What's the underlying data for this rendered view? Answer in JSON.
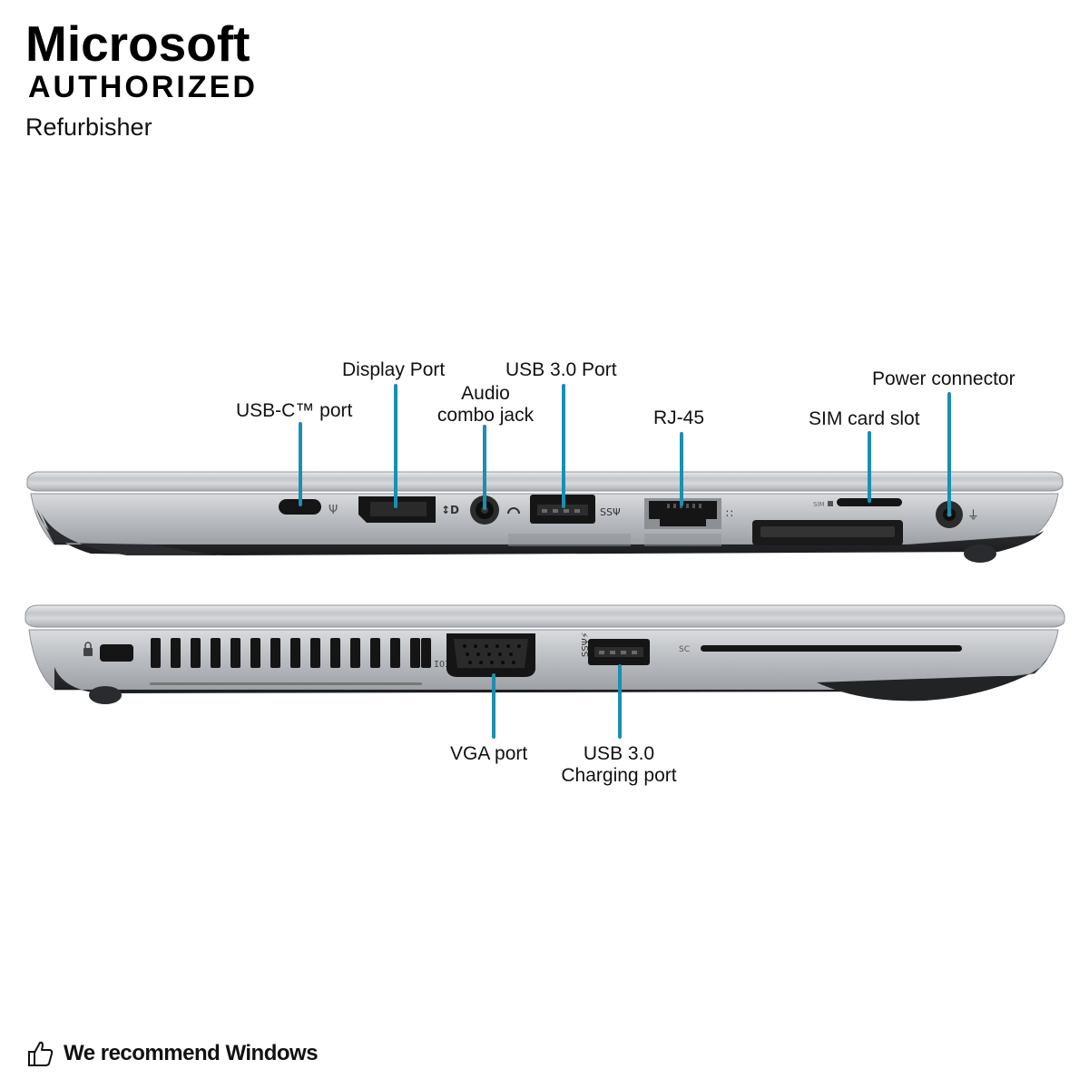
{
  "badge": {
    "brand": "Microsoft",
    "status": "AUTHORIZED",
    "role": "Refurbisher"
  },
  "top_view": {
    "labels": {
      "usb_c": "USB-C™ port",
      "display_port": "Display Port",
      "audio_line1": "Audio",
      "audio_line2": "combo jack",
      "usb3": "USB 3.0 Port",
      "rj45": "RJ-45",
      "sim": "SIM card slot",
      "power": "Power connector"
    },
    "engraved": {
      "sim": "SIM"
    }
  },
  "bottom_view": {
    "labels": {
      "vga": "VGA port",
      "usb3_charge_line1": "USB 3.0",
      "usb3_charge_line2": "Charging port"
    },
    "engraved": {
      "sc": "SC"
    }
  },
  "footer": {
    "text": "We recommend Windows",
    "icon": "thumbs-up-icon"
  },
  "colors": {
    "callout_line": "#1a8fb0",
    "chassis_silver": "#c9ccd0",
    "chassis_dark": "#2b2c2f",
    "port_black": "#151515"
  }
}
